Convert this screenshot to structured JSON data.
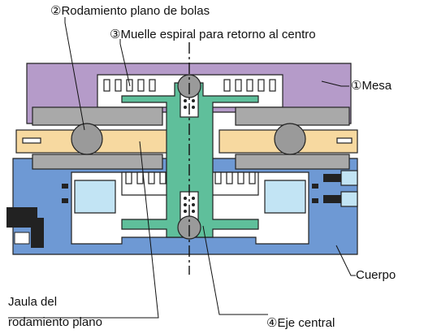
{
  "labels": {
    "flat_ball_bearing": "②Rodamiento plano de bolas",
    "center_return_spring": "③Muelle espiral para retorno al centro",
    "table": "①Mesa",
    "body": "Cuerpo",
    "cage_line1": "Jaula del",
    "cage_line2": "rodamiento plano",
    "center_shaft": "④Eje central"
  },
  "colors": {
    "table": "#b59bc9",
    "body": "#6e99d4",
    "light_blue": "#c2e4f4",
    "shaft": "#5fbf9b",
    "cage": "#f7d9a0",
    "balls": "#9a9a9a",
    "gray_parts": "#a9a9a9",
    "black_part": "#222222"
  }
}
